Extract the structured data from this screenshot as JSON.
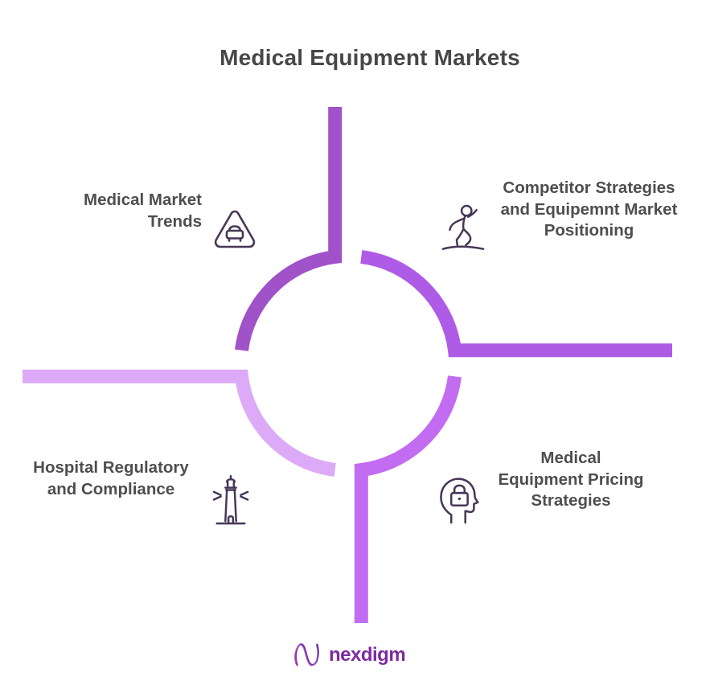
{
  "title": "Medical Equipment Markets",
  "quadrants": {
    "top_left": {
      "label": "Medical Market\nTrends",
      "icon": "car-warning-triangle-icon"
    },
    "top_right": {
      "label": "Competitor Strategies\nand Equipemnt Market\nPositioning",
      "icon": "balance-person-icon"
    },
    "bottom_left": {
      "label": "Hospital Regulatory\nand Compliance",
      "icon": "lighthouse-icon"
    },
    "bottom_right": {
      "label": "Medical\nEquipment Pricing\nStrategies",
      "icon": "head-padlock-icon"
    }
  },
  "logo": {
    "text": "nexdigm"
  },
  "colors": {
    "arc_top_left": "#a052c8",
    "arc_top_right": "#ae5ce6",
    "arc_bottom_right": "#c16cf1",
    "arc_bottom_left": "#dcaaf6",
    "icon_stroke": "#473656",
    "label_text": "#4e4e4e",
    "title_text": "#474747",
    "logo_text": "#7d2b9e",
    "logo_mark_start": "#4b2e9e",
    "logo_mark_end": "#a22ba8"
  }
}
